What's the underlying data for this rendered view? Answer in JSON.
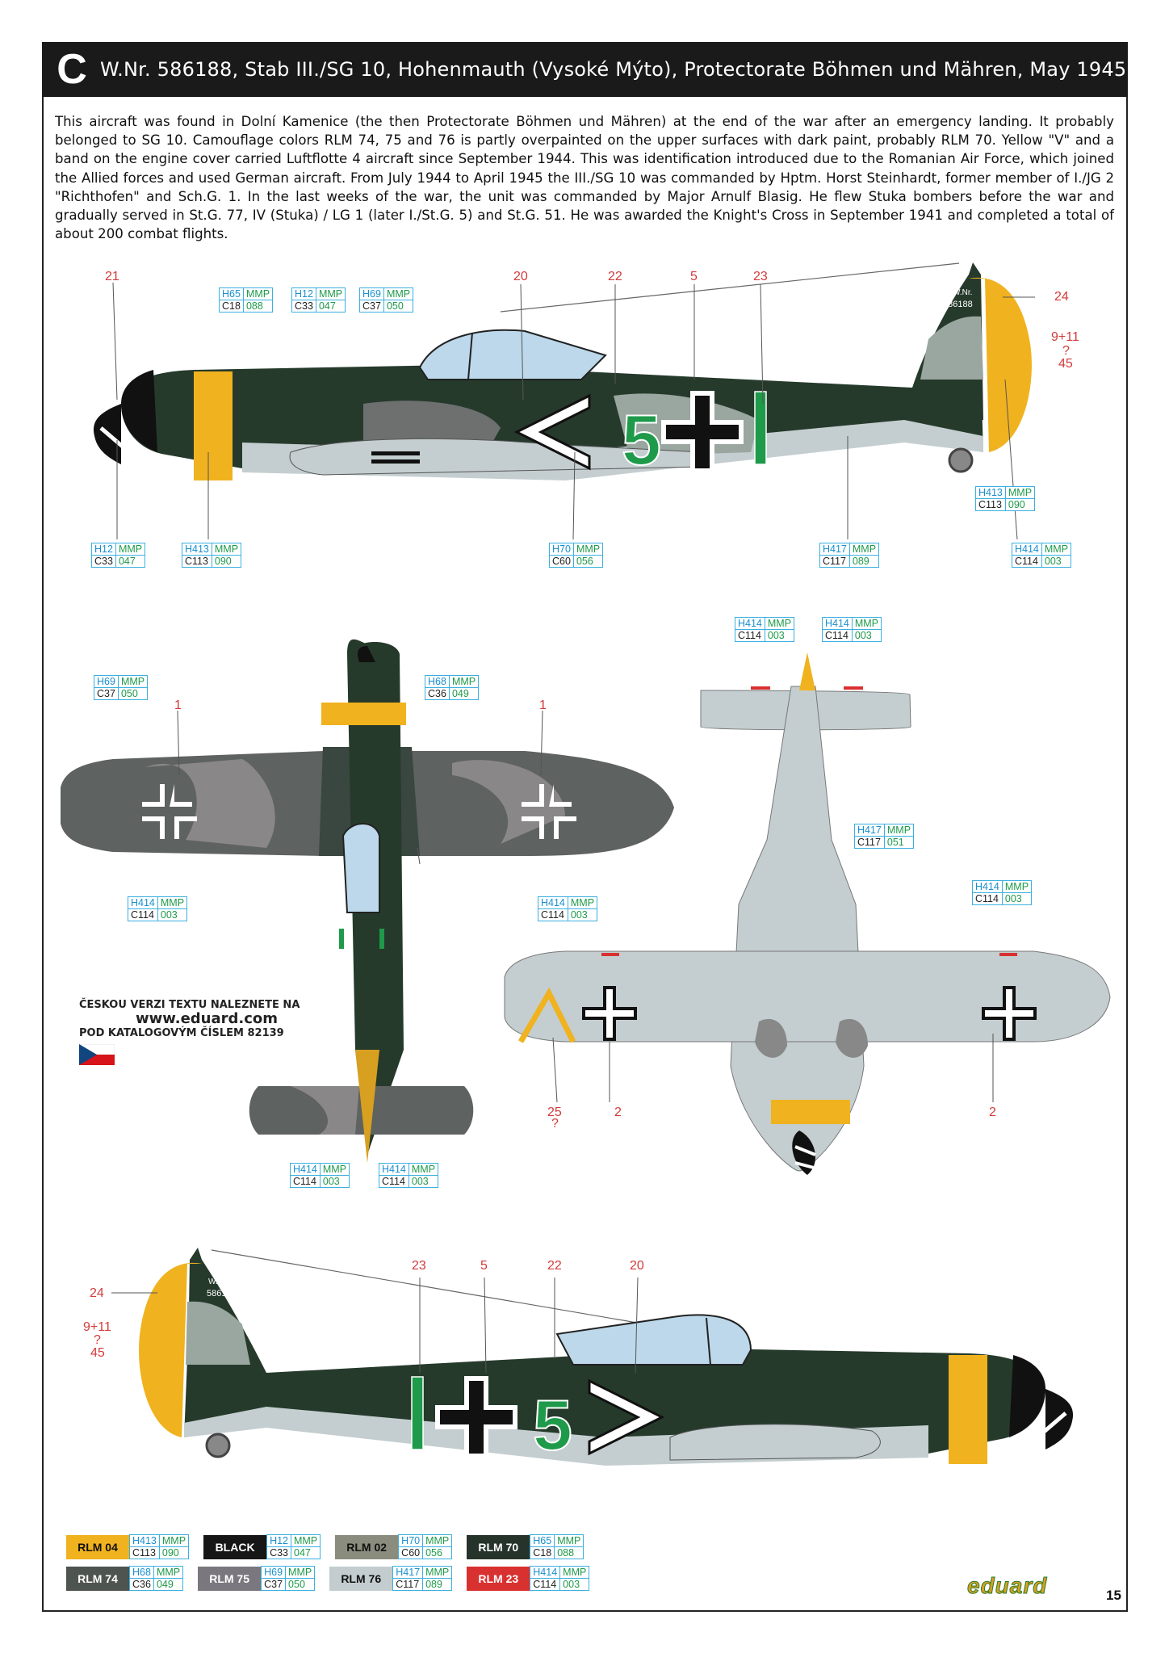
{
  "header": {
    "letter": "C",
    "title": "W.Nr. 586188, Stab III./SG 10, Hohenmauth (Vysoké Mýto), Protectorate Böhmen und Mähren, May 1945"
  },
  "description": "This aircraft was found in Dolní Kamenice (the then Protectorate Böhmen und Mähren) at the end of the war after an emergency landing. It probably belonged to SG 10. Camouflage colors RLM 74, 75 and 76 is partly overpainted on the upper surfaces with dark paint, probably RLM 70. Yellow \"V\" and a band on the engine cover carried Luftflotte 4 aircraft since September 1944. This was identification introduced due to the Romanian Air Force, which joined the Allied forces and used German aircraft. From July 1944 to April 1945 the III./SG 10 was commanded by Hptm. Horst Steinhardt, former member of I./JG 2 \"Richthofen\" and Sch.G. 1. In the last weeks of the war, the unit was commanded by Major Arnulf Blasig. He flew Stuka bombers before the war and gradually served in St.G. 77, IV (Stuka) / LG 1 (later I./St.G. 5) and St.G. 51. He was awarded the Knight's Cross in September 1941 and completed a total of about 200 combat flights.",
  "markings": {
    "werknummer_label": "W.Nr.",
    "werknummer": "586188",
    "fuselage_code": "5"
  },
  "callouts": {
    "c21": "21",
    "c20": "20",
    "c22": "22",
    "c5": "5",
    "c23": "23",
    "c24": "24",
    "c911": "9+11",
    "q": "?",
    "c45": "45",
    "c1": "1",
    "c2": "2",
    "c25": "25"
  },
  "paints": {
    "h65": {
      "h": "H65",
      "m": "MMP",
      "c": "C18",
      "n": "088"
    },
    "h12": {
      "h": "H12",
      "m": "MMP",
      "c": "C33",
      "n": "047"
    },
    "h69": {
      "h": "H69",
      "m": "MMP",
      "c": "C37",
      "n": "050"
    },
    "h413": {
      "h": "H413",
      "m": "MMP",
      "c": "C113",
      "n": "090"
    },
    "h70": {
      "h": "H70",
      "m": "MMP",
      "c": "C60",
      "n": "056"
    },
    "h417": {
      "h": "H417",
      "m": "MMP",
      "c": "C117",
      "n": "089"
    },
    "h417b": {
      "h": "H417",
      "m": "MMP",
      "c": "C117",
      "n": "051"
    },
    "h414": {
      "h": "H414",
      "m": "MMP",
      "c": "C114",
      "n": "003"
    },
    "h68": {
      "h": "H68",
      "m": "MMP",
      "c": "C36",
      "n": "049"
    }
  },
  "czech_note": {
    "line1": "ČESKOU VERZI TEXTU NALEZNETE NA",
    "url": "www.eduard.com",
    "line2": "POD KATALOGOVÝM ČÍSLEM 82139"
  },
  "legend": [
    {
      "name": "RLM 04",
      "color": "#f0b21e",
      "text_color": "#111",
      "h": "H413",
      "c": "C113",
      "n": "090"
    },
    {
      "name": "BLACK",
      "color": "#161616",
      "text_color": "#fff",
      "h": "H12",
      "c": "C33",
      "n": "047"
    },
    {
      "name": "RLM 02",
      "color": "#8a8c7e",
      "text_color": "#111",
      "h": "H70",
      "c": "C60",
      "n": "056"
    },
    {
      "name": "RLM 70",
      "color": "#26332a",
      "text_color": "#fff",
      "h": "H65",
      "c": "C18",
      "n": "088"
    },
    {
      "name": "RLM 74",
      "color": "#4e5450",
      "text_color": "#fff",
      "h": "H68",
      "c": "C36",
      "n": "049"
    },
    {
      "name": "RLM 75",
      "color": "#7a787e",
      "text_color": "#fff",
      "h": "H69",
      "c": "C37",
      "n": "050"
    },
    {
      "name": "RLM 76",
      "color": "#c3cdd0",
      "text_color": "#111",
      "h": "H417",
      "c": "C117",
      "n": "089"
    },
    {
      "name": "RLM 23",
      "color": "#d93030",
      "text_color": "#fff",
      "h": "H414",
      "c": "C114",
      "n": "003"
    }
  ],
  "legend_mmp": "MMP",
  "brand": "eduard",
  "page_number": "15"
}
